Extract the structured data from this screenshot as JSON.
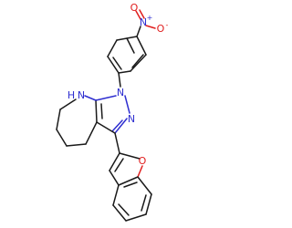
{
  "molecule": {
    "atoms": {
      "nh": "H",
      "nh_n": "N",
      "n1": "N",
      "n2": "N",
      "no2_n": "N",
      "no2_plus": "+",
      "o_minus": "O",
      "minus": "-",
      "o_double": "O",
      "o_furan": "O"
    },
    "colors": {
      "bond": "#1a1a1a",
      "nitrogen": "#2f2fd0",
      "oxygen": "#e01e1e"
    }
  }
}
